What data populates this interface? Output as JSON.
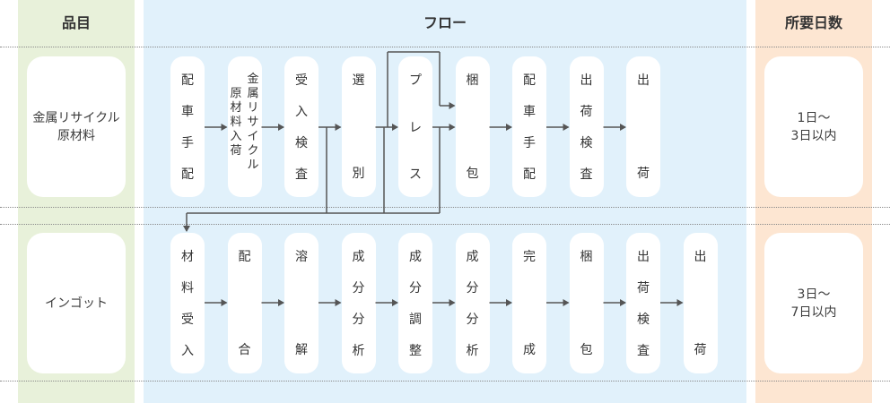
{
  "headers": {
    "item": "品目",
    "flow": "フロー",
    "days": "所要日数"
  },
  "rows": [
    {
      "item_lines": [
        "金属リサイクル",
        "原材料"
      ],
      "days_lines": [
        "1日〜",
        "3日以内"
      ],
      "steps": [
        {
          "top": [
            "配",
            "車",
            "手",
            "配"
          ],
          "bottom": []
        },
        {
          "top": [
            "金",
            "属",
            "リ",
            "サ",
            "イ",
            "ク",
            "ル"
          ],
          "top2": [
            "原",
            "材",
            "料",
            "入",
            "荷"
          ],
          "bottom": []
        },
        {
          "top": [
            "受",
            "入",
            "検",
            "査"
          ],
          "bottom": []
        },
        {
          "top": [
            "選"
          ],
          "bottom": [
            "別"
          ]
        },
        {
          "top": [
            "プ",
            "レ",
            "ス"
          ],
          "bottom": []
        },
        {
          "top": [
            "梱"
          ],
          "bottom": [
            "包"
          ]
        },
        {
          "top": [
            "配",
            "車",
            "手",
            "配"
          ],
          "bottom": []
        },
        {
          "top": [
            "出",
            "荷",
            "検",
            "査"
          ],
          "bottom": []
        },
        {
          "top": [
            "出"
          ],
          "bottom": [
            "荷"
          ]
        }
      ]
    },
    {
      "item_lines": [
        "インゴット"
      ],
      "days_lines": [
        "3日〜",
        "7日以内"
      ],
      "steps": [
        {
          "top": [
            "材",
            "料",
            "受",
            "入"
          ],
          "bottom": []
        },
        {
          "top": [
            "配"
          ],
          "bottom": [
            "合"
          ]
        },
        {
          "top": [
            "溶"
          ],
          "bottom": [
            "解"
          ]
        },
        {
          "top": [
            "成",
            "分",
            "分",
            "析"
          ],
          "bottom": []
        },
        {
          "top": [
            "成",
            "分",
            "調",
            "整"
          ],
          "bottom": []
        },
        {
          "top": [
            "成",
            "分",
            "分",
            "析"
          ],
          "bottom": []
        },
        {
          "top": [
            "完"
          ],
          "bottom": [
            "成"
          ]
        },
        {
          "top": [
            "梱"
          ],
          "bottom": [
            "包"
          ]
        },
        {
          "top": [
            "出",
            "荷",
            "検",
            "査"
          ],
          "bottom": []
        },
        {
          "top": [
            "出"
          ],
          "bottom": [
            "荷"
          ]
        }
      ]
    }
  ],
  "colors": {
    "item_bg": "#e8f1da",
    "flow_bg": "#e1f1fb",
    "days_bg": "#fde6d2",
    "arrow": "#555555"
  }
}
